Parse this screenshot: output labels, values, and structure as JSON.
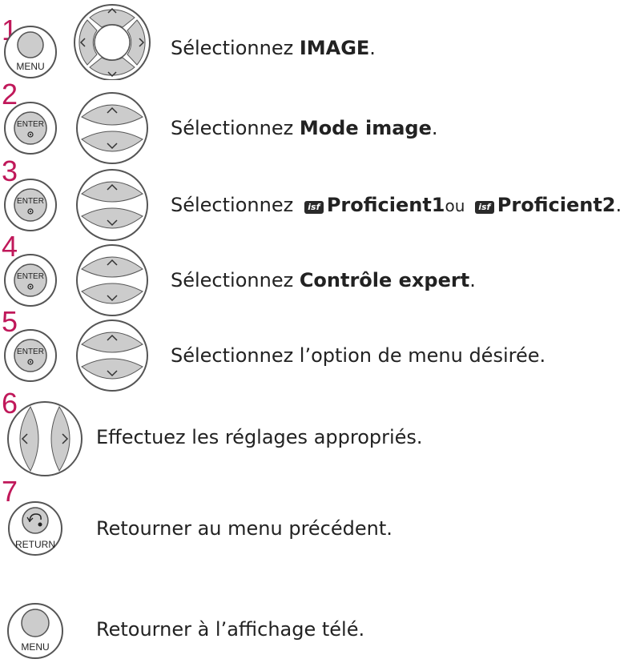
{
  "steps": [
    {
      "num": "1",
      "prefix": "Sélectionnez ",
      "bold": "IMAGE",
      "suffix": ".",
      "button_label": "MENU"
    },
    {
      "num": "2",
      "prefix": "Sélectionnez ",
      "bold": "Mode image",
      "suffix": ".",
      "button_label": "ENTER"
    },
    {
      "num": "3",
      "prefix": "Sélectionnez ",
      "bold1": "Proficient1",
      "mid": "ou ",
      "bold2": "Proficient2",
      "suffix": ".",
      "button_label": "ENTER",
      "isf_label": "isf"
    },
    {
      "num": "4",
      "prefix": "Sélectionnez ",
      "bold": "Contrôle expert",
      "suffix": ".",
      "button_label": "ENTER"
    },
    {
      "num": "5",
      "text": "Sélectionnez l’option de menu désirée.",
      "button_label": "ENTER"
    },
    {
      "num": "6",
      "text": "Effectuez les réglages appropriés."
    },
    {
      "num": "7",
      "text": "Retourner au menu précédent.",
      "button_label": "RETURN"
    },
    {
      "text": "Retourner à l’affichage télé.",
      "button_label": "MENU"
    }
  ],
  "colors": {
    "step_number": "#c0185a",
    "button_fill": "#cccccc",
    "button_stroke": "#555555",
    "text": "#222222"
  }
}
